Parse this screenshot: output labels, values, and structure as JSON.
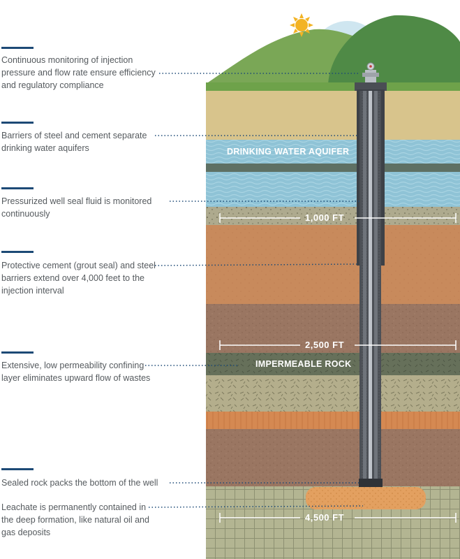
{
  "annotations": [
    {
      "id": "monitoring",
      "text": "Continuous monitoring of injection pressure and flow rate ensure efficiency and regulatory compliance"
    },
    {
      "id": "barriers",
      "text": "Barriers of steel and cement separate drinking water aquifers"
    },
    {
      "id": "seal-fluid",
      "text": "Pressurized well seal fluid is monitored continuously"
    },
    {
      "id": "cement",
      "text": "Protective cement (grout seal) and steel barriers extend over 4,000 feet to the injection interval"
    },
    {
      "id": "confining",
      "text": "Extensive, low permeability confining layer eliminates upward flow of wastes"
    },
    {
      "id": "sealed-rock",
      "text": "Sealed rock packs the bottom of the well"
    },
    {
      "id": "leachate",
      "text": "Leachate is permanently contained in the deep formation, like natural oil and gas deposits"
    }
  ],
  "layers": {
    "aquifer": "DRINKING WATER AQUIFER",
    "impermeable": "IMPERMEABLE ROCK"
  },
  "depths": {
    "d1000": "1,000 FT",
    "d2500": "2,500 FT",
    "d4500": "4,500 FT"
  },
  "colors": {
    "accent_bar": "#1d4a76",
    "grass": "#6ea24a",
    "hill_back": "#4f8a46",
    "water": "#8fc3d6",
    "sun": "#f3b324",
    "topsoil": "#d8c48c",
    "clay": "#c88a5c",
    "brown_rock": "#9a7662",
    "impermeable_rock": "#66705a",
    "green_gravel": "#b4ae8c",
    "orange_band": "#d58952",
    "deep_formation": "#b3b592",
    "well_casing": "#4c5056",
    "leachate_pocket": "#e3a060"
  },
  "icons": [
    "sun-icon",
    "wellhead-valve-icon"
  ]
}
